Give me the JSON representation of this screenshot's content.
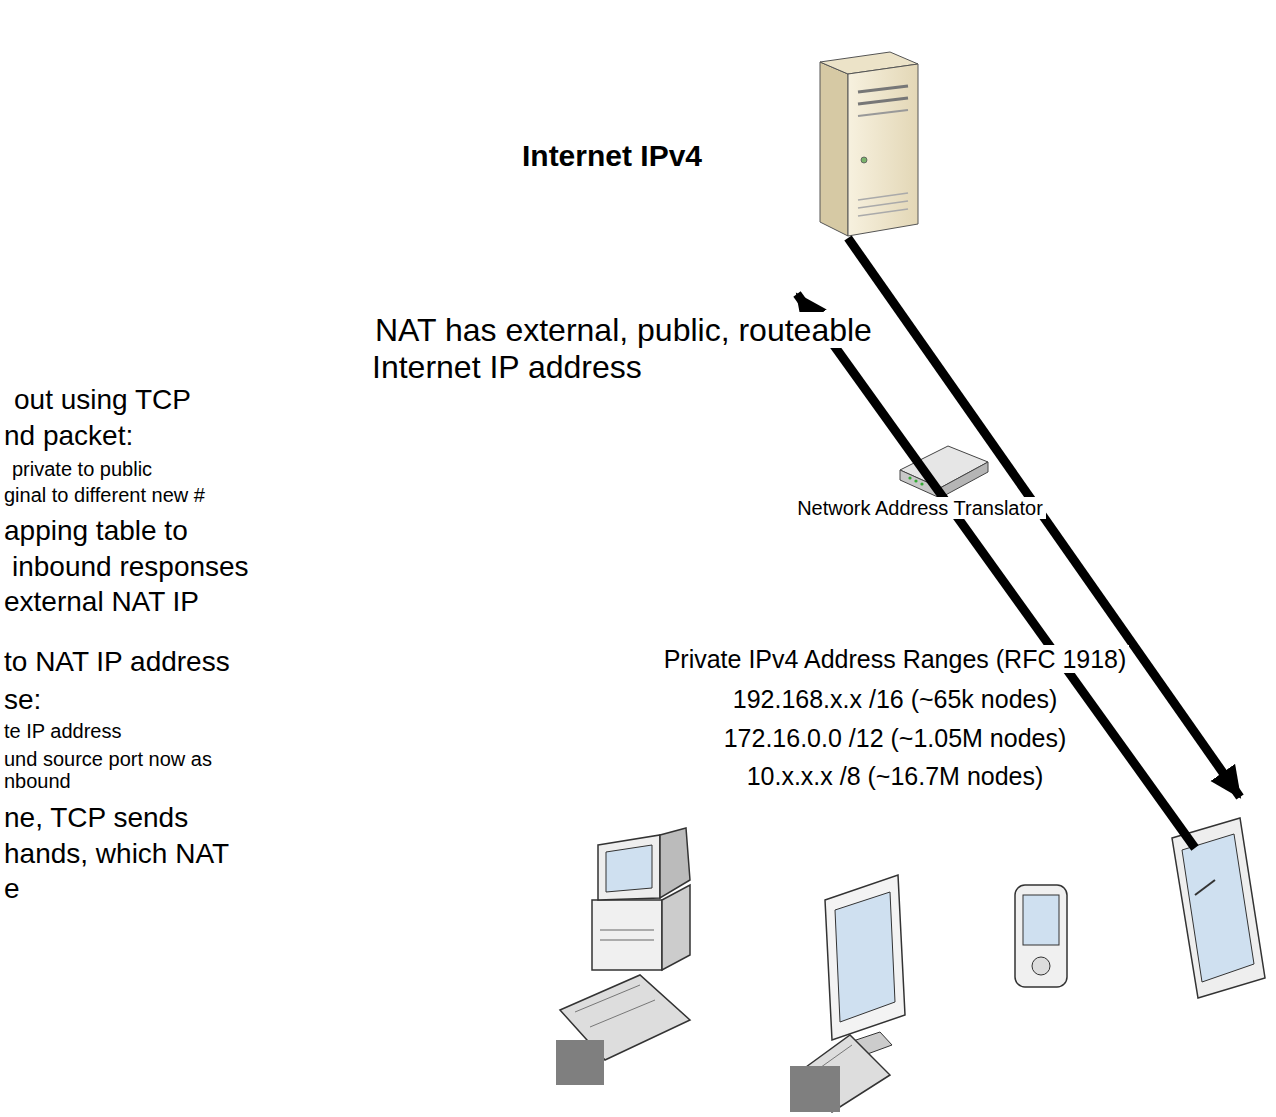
{
  "diagram": {
    "nodes": [
      {
        "text": [
          "Internet IPv4"
        ]
      },
      {
        "text": [
          "Private IPv4 Address Ranges (RFC 1918)",
          "192.168.x.x /16 (~65k nodes)",
          "172.16.0.0 /12 (~1.05M nodes)",
          "10.x.x.x /8 (~16.7M nodes)"
        ]
      }
    ],
    "labels": [
      "NAT has external, public, routeable Internet IP address",
      "Network Address Translator",
      "out using TCP",
      "nd packet:",
      "private to public",
      "ginal to different new #",
      "apping table to",
      "inbound responses",
      "external NAT IP",
      "to NAT IP address",
      "se:",
      "te IP address",
      "und source port now as",
      "nbound",
      "ne, TCP sends",
      "hands, which NAT",
      "e"
    ]
  }
}
